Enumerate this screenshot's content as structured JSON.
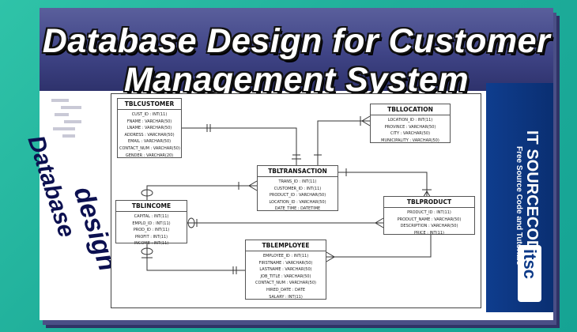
{
  "banner": {
    "title": "Database Design for Customer Management System"
  },
  "side": {
    "word1": "Database",
    "word2": "design"
  },
  "brand": {
    "name": "IT SOURCECODE",
    "tagline": "Free Source Code and Tutorials",
    "logo": "itsc"
  },
  "entities": {
    "customer": {
      "title": "TBLCUSTOMER",
      "fields": [
        "CUST_ID : INT(11)",
        "FNAME : VARCHAR(50)",
        "LNAME : VARCHAR(50)",
        "ADDRESS : VARCHAR(50)",
        "EMAIL : VARCHAR(50)",
        "CONTACT_NUM : VARCHAR(50)",
        "GENDER : VARCHAR(20)"
      ]
    },
    "location": {
      "title": "TBLLOCATION",
      "fields": [
        "LOCATION_ID : INT(11)",
        "PROVINCE : VARCHAR(50)",
        "CITY : VARCHAR(50)",
        "MUNICIPALITY : VARCHAR(50)"
      ]
    },
    "transaction": {
      "title": "TBLTRANSACTION",
      "fields": [
        "TRANS_ID : INT(11)",
        "CUSTOMER_ID : INT(11)",
        "PRODUCT_ID : VARCHAR(50)",
        "LOCATION_ID : VARCHAR(50)",
        "DATE_TIME : DATETIME"
      ]
    },
    "income": {
      "title": "TBLINCOME",
      "fields": [
        "CAPITAL : INT(11)",
        "EMPLO_ID : INT(11)",
        "PROD_ID : INT(11)",
        "PROFIT : INT(11)",
        "INCOME : INT(11)"
      ]
    },
    "product": {
      "title": "TBLPRODUCT",
      "fields": [
        "PRODUCT_ID : INT(11)",
        "PRODUCT_NAME : VARCHAR(50)",
        "DESCRIPTION : VARCHAR(50)",
        "PRICE : INT(11)"
      ]
    },
    "employee": {
      "title": "TBLEMPLOYEE",
      "fields": [
        "EMPLOYEE_ID : INT(11)",
        "FIRSTNAME : VARCHAR(50)",
        "LASTNAME : VARCHAR(50)",
        "JOB_TITLE : VARCHAR(50)",
        "CONTACT_NUM : VARCHAR(50)",
        "HIRED_DATE : DATE",
        "SALARY : INT(11)"
      ]
    }
  }
}
